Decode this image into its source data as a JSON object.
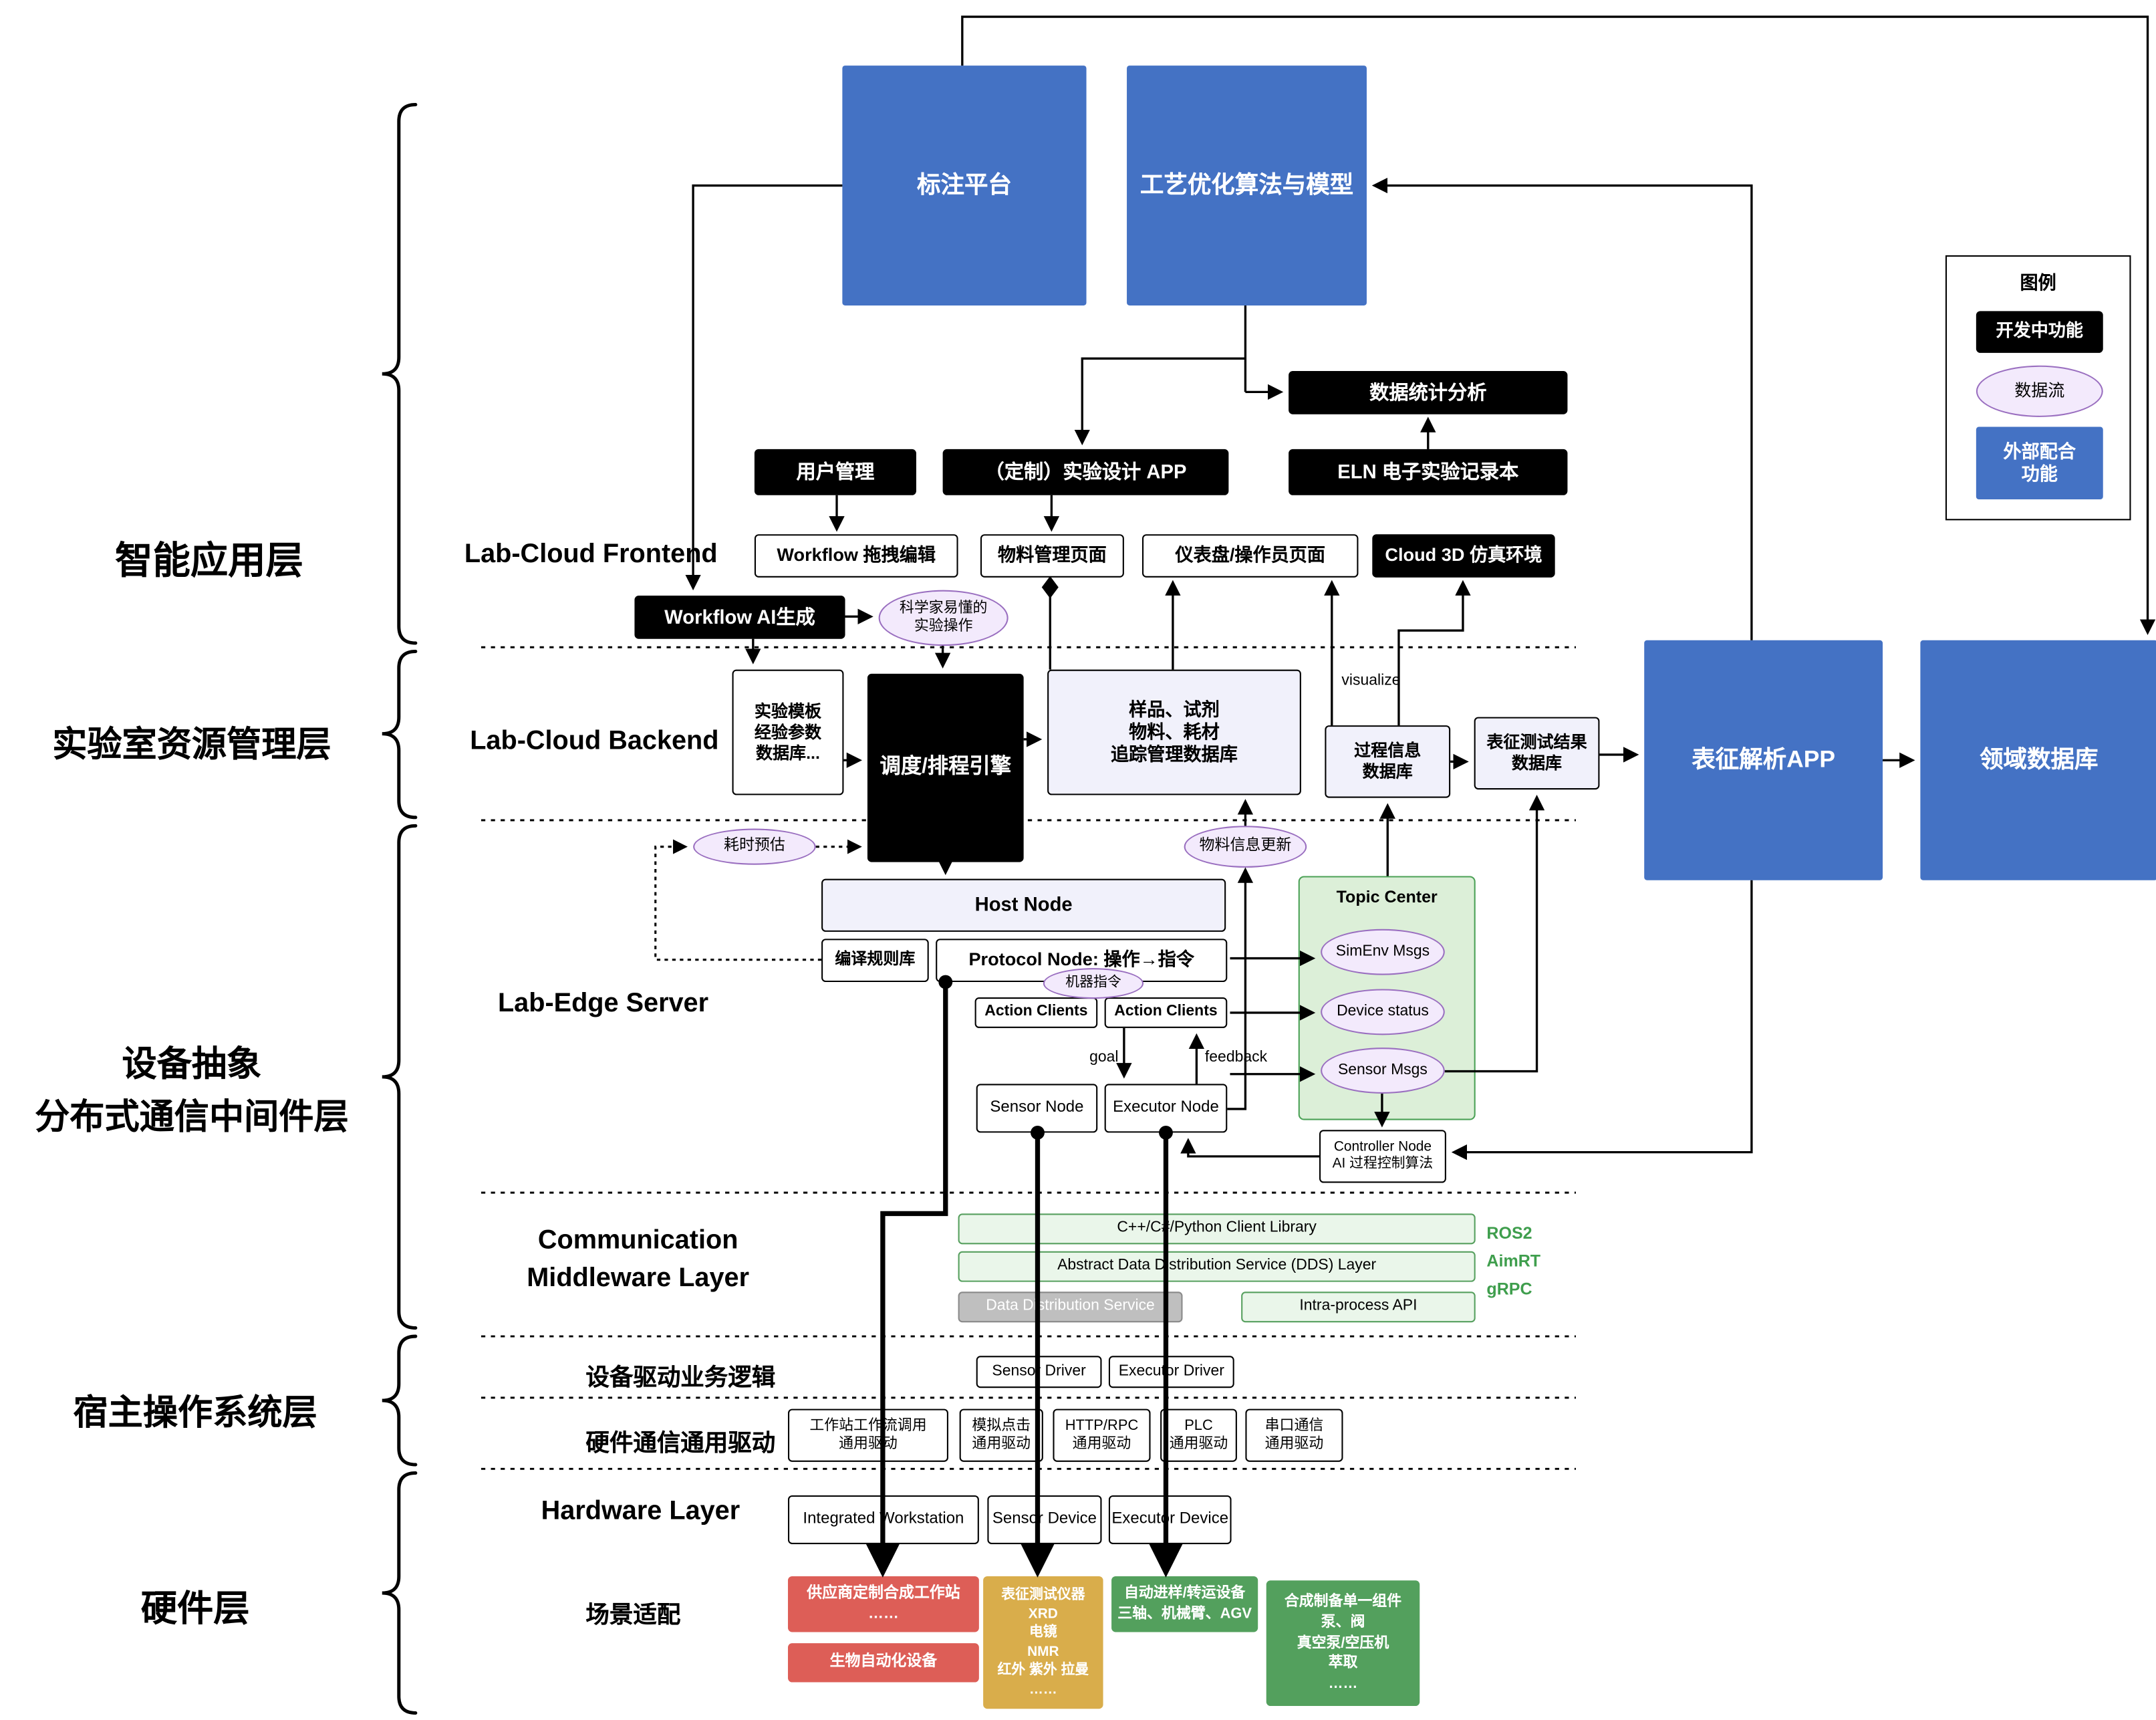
{
  "layer_labels": {
    "app": "智能应用层",
    "resource": "实验室资源管理层",
    "device_abstraction": "设备抽象\n分布式通信中间件层",
    "host_os": "宿主操作系统层",
    "hardware": "硬件层"
  },
  "section_labels": {
    "frontend": "Lab-Cloud Frontend",
    "backend": "Lab-Cloud Backend",
    "edge": "Lab-Edge Server",
    "middleware": "Communication\nMiddleware Layer",
    "driver_logic": "设备驱动业务逻辑",
    "hw_comm": "硬件通信通用驱动",
    "hardware": "Hardware Layer",
    "scene": "场景适配"
  },
  "app_layer": {
    "annotation_platform": "标注平台",
    "process_optimization": "工艺优化算法与模型",
    "data_stats": "数据统计分析",
    "user_mgmt": "用户管理",
    "exp_design_app": "（定制）实验设计 APP",
    "eln": "ELN 电子实验记录本",
    "workflow_edit": "Workflow 拖拽编辑",
    "material_page": "物料管理页面",
    "dashboard_page": "仪表盘/操作员页面",
    "cloud_3d": "Cloud 3D 仿真环境",
    "workflow_ai": "Workflow AI生成",
    "sci_ops": "科学家易懂的\n实验操作"
  },
  "resource_layer": {
    "template_db": "实验模板\n经验参数\n数据库...",
    "scheduler": "调度/排程引擎",
    "sample_db": "样品、试剂\n物料、耗材\n追踪管理数据库",
    "process_db": "过程信息\n数据库",
    "char_result_db": "表征测试结果\n数据库",
    "char_app": "表征解析APP",
    "domain_db": "领域数据库",
    "visualize": "visualize",
    "time_estimate": "耗时预估",
    "material_update": "物料信息更新"
  },
  "edge_layer": {
    "host_node": "Host Node",
    "compile_rules": "编译规则库",
    "protocol_node": "Protocol Node: 操作→指令",
    "machine_cmd": "机器指令",
    "action_clients_left": "Action Clients",
    "action_clients_right": "Action Clients",
    "topic_center": "Topic Center",
    "simenv_msgs": "SimEnv Msgs",
    "device_status": "Device status",
    "sensor_msgs": "Sensor Msgs",
    "goal": "goal",
    "feedback": "feedback",
    "sensor_node": "Sensor Node",
    "executor_node": "Executor Node",
    "controller_node": "Controller Node\nAI 过程控制算法"
  },
  "middleware_layer": {
    "client_lib": "C++/C#/Python Client Library",
    "dds_abstract": "Abstract Data Distribution Service (DDS) Layer",
    "dds_service": "Data Distribution Service",
    "intra_api": "Intra-process API",
    "frameworks": [
      "ROS2",
      "AimRT",
      "gRPC"
    ]
  },
  "os_layer": {
    "sensor_driver": "Sensor Driver",
    "executor_driver": "Executor Driver",
    "ws_driver": "工作站工作流调用\n通用驱动",
    "click_driver": "模拟点击\n通用驱动",
    "http_driver": "HTTP/RPC\n通用驱动",
    "plc_driver": "PLC\n通用驱动",
    "serial_driver": "串口通信\n通用驱动"
  },
  "hardware_layer": {
    "integrated_ws": "Integrated Workstation",
    "sensor_device": "Sensor Device",
    "executor_device": "Executor Device"
  },
  "scene": {
    "vendor_ws": "供应商定制合成工作站\n……",
    "bio_auto": "生物自动化设备",
    "char_instruments": "表征测试仪器\nXRD\n电镜\nNMR\n红外 紫外 拉曼\n……",
    "transfer": "自动进样/转运设备\n三轴、机械臂、AGV",
    "synth_components": "合成制备单一组件\n泵、阀\n真空泵/空压机\n萃取\n……"
  },
  "legend": {
    "title": "图例",
    "developing": "开发中功能",
    "data_flow": "数据流",
    "external": "外部配合\n功能"
  },
  "colors": {
    "blue": "#4472c4",
    "black": "#000000",
    "purple_fill": "#f3eafc",
    "purple_border": "#9a6fc0",
    "green_fill": "#eaf6ea",
    "green_border": "#57a05f",
    "green_panel": "#dcefd8",
    "red": "#dd5e57",
    "gold": "#d9ad4b",
    "green": "#53a05d",
    "gray": "#bfbfbf"
  }
}
